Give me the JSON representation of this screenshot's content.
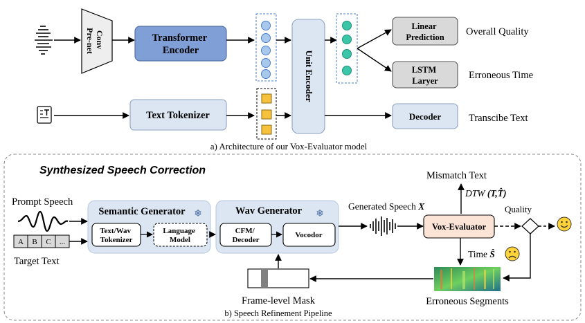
{
  "part_a": {
    "conv_prenet_line1": "Conv",
    "conv_prenet_line2": "Pre-net",
    "transformer_encoder_line1": "Transformer",
    "transformer_encoder_line2": "Encoder",
    "unit_encoder": "Unit Encoder",
    "text_tokenizer": "Text Tokenizer",
    "linear_prediction_line1": "Linear",
    "linear_prediction_line2": "Prediction",
    "lstm_layer_line1": "LSTM",
    "lstm_layer_line2": "Laryer",
    "decoder": "Decoder",
    "overall_quality": "Overall Quality",
    "erroneous_time": "Erroneous Time",
    "transcribe_text": "Transcibe Text",
    "caption_prefix": "a) Architecture of our ",
    "caption_model": "Vox-Evaluator model"
  },
  "part_b": {
    "title": "Synthesized Speech Correction",
    "prompt_speech": "Prompt Speech",
    "target_text": "Target Text",
    "target_text_cells": [
      "A",
      "B",
      "C",
      "..."
    ],
    "semantic_generator": "Semantic Generator",
    "text_wav_tokenizer_line1": "Text/Wav",
    "text_wav_tokenizer_line2": "Tokenizer",
    "language_model_line1": "Language",
    "language_model_line2": "Model",
    "wav_generator": "Wav Generator",
    "cfm_decoder_line1": "CFM/",
    "cfm_decoder_line2": "Decoder",
    "vocodor": "Vocodor",
    "generated_speech": "Generated Speech ",
    "generated_speech_symbol": "X",
    "vox_evaluator": "Vox-Evaluator",
    "mismatch_text": "Mismatch Text",
    "dtw_prefix": "DTW",
    "dtw_args": "(T,T̂)",
    "quality": "Quality",
    "time_label": "Time ",
    "time_symbol": "Ŝ",
    "erroneous_segments": "Erroneous Segments",
    "frame_level_mask": "Frame-level Mask",
    "caption": "b) Speech Refinement Pipeline",
    "snowflake": "❄"
  },
  "colors": {
    "transformer_fill": "#7f9fd6",
    "light_blue_fill": "#dce6f3",
    "gray_fill": "#d9d9d9",
    "vox_fill": "#fbe3d6",
    "teal_dot": "#3cc6a8",
    "blue_dot": "#a8c8ec",
    "token_fill": "#f6c23e",
    "smiley_fill": "#ffd43b"
  }
}
